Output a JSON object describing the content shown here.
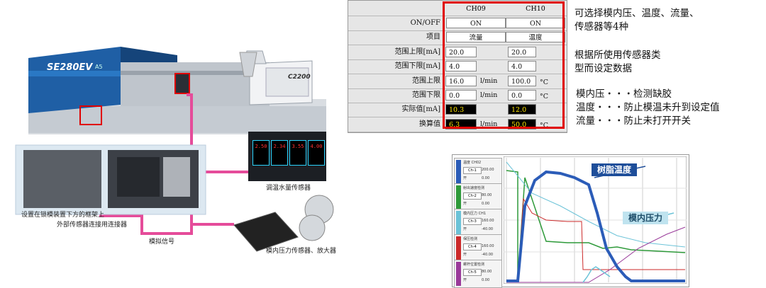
{
  "photo": {
    "machine_brand": "SE280EV",
    "machine_sub": "A5",
    "machine_unit": "C2200",
    "caption_sensor_water": "调温水量传感器",
    "caption_frame": "设置在锁模装置下方的框架上",
    "caption_connector": "外部传感器连接用连接器",
    "caption_analog": "模拟信号",
    "caption_pressure": "模内压力传感器、放大器",
    "meter_values": [
      "2.50",
      "2.34",
      "3.55",
      "4.00"
    ]
  },
  "table": {
    "columns": [
      "CH09",
      "CH10"
    ],
    "rows": [
      {
        "label": "ON/OFF",
        "ch09": "ON",
        "ch10": "ON",
        "unit09": "",
        "unit10": ""
      },
      {
        "label": "项目",
        "ch09": "流量",
        "ch10": "温度",
        "unit09": "",
        "unit10": ""
      },
      {
        "label": "范围上限[mA]",
        "ch09": "20.0",
        "ch10": "20.0",
        "unit09": "",
        "unit10": ""
      },
      {
        "label": "范围下限[mA]",
        "ch09": "4.0",
        "ch10": "4.0",
        "unit09": "",
        "unit10": ""
      },
      {
        "label": "范围上限",
        "ch09": "16.0",
        "ch10": "100.0",
        "unit09": "l/min",
        "unit10": "°C"
      },
      {
        "label": "范围下限",
        "ch09": "0.0",
        "ch10": "0.0",
        "unit09": "l/min",
        "unit10": "°C"
      },
      {
        "label": "实际值[mA]",
        "ch09": "10.3",
        "ch10": "12.0",
        "unit09": "",
        "unit10": ""
      },
      {
        "label": "换算值",
        "ch09": "6.3",
        "ch10": "50.0",
        "unit09": "l/min",
        "unit10": "°C"
      }
    ]
  },
  "notes": {
    "select_line1": "可选择模内压、温度、流量、",
    "select_line2": "传感器等4种",
    "set_line1": "根据所使用传感器类",
    "set_line2": "型而设定数据",
    "use_line1": "模内压・・・检测缺胶",
    "use_line2": "温度・・・防止模温未升到设定值",
    "use_line3": "流量・・・防止未打开开关"
  },
  "graph": {
    "callout_resin": "树脂温度",
    "callout_pressure": "模内压力",
    "legend": [
      {
        "name": "温度 CH02",
        "ch": "Ch-1",
        "v1": "200.00",
        "v2": "0.00",
        "color": "#2b5cb8"
      },
      {
        "name": "射出速度检测",
        "ch": "Ch-2",
        "v1": "80.00",
        "v2": "0.00",
        "color": "#2e9a3a"
      },
      {
        "name": "模内压力 CH1",
        "ch": "Ch-3",
        "v1": "160.00",
        "v2": "-40.00",
        "color": "#6cc3d8"
      },
      {
        "name": "保压检测",
        "ch": "Ch-4",
        "v1": "160.00",
        "v2": "-40.00",
        "color": "#cc2a2a"
      },
      {
        "name": "螺杆位置检测",
        "ch": "Ch-5",
        "v1": "80.00",
        "v2": "0.00",
        "color": "#9a3a9a"
      }
    ],
    "legend_off": "开"
  }
}
